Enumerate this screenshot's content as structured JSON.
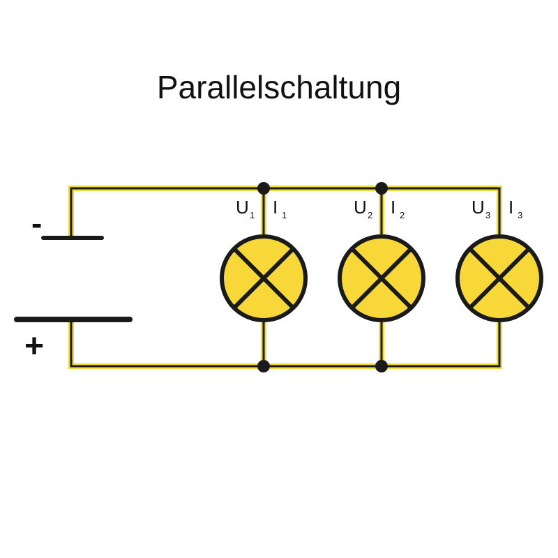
{
  "title": "Parallelschaltung",
  "battery": {
    "negative_sign": "-",
    "positive_sign": "+"
  },
  "lamps": [
    {
      "voltage": "U",
      "voltage_index": "1",
      "current": "I",
      "current_index": "1"
    },
    {
      "voltage": "U",
      "voltage_index": "2",
      "current": "I",
      "current_index": "2"
    },
    {
      "voltage": "U",
      "voltage_index": "3",
      "current": "I",
      "current_index": "3"
    }
  ],
  "colors": {
    "wire_glow": "#f2dc3a",
    "wire": "#1a1a1a",
    "lamp_fill": "#f7d838",
    "lamp_outline": "#1a1a1a",
    "node": "#1a1a1a"
  }
}
